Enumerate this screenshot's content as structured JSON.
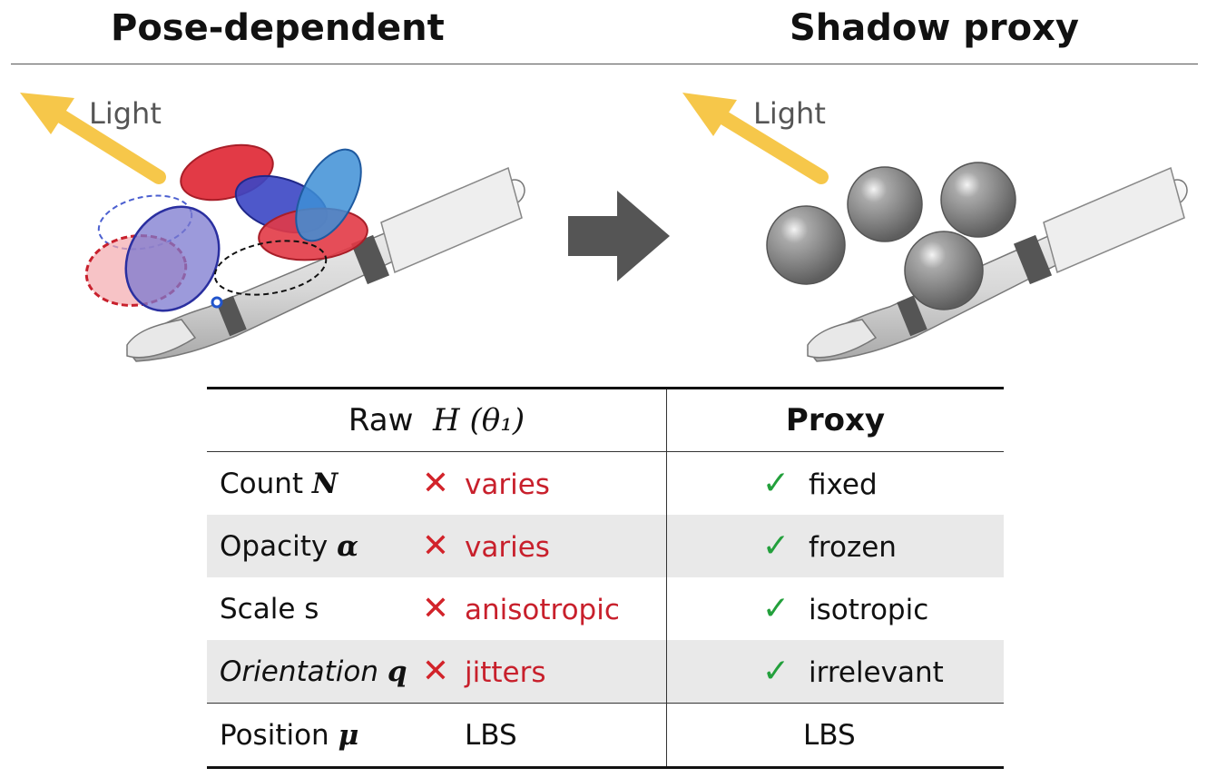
{
  "titles": {
    "left": "Pose-dependent",
    "right": "Shadow proxy"
  },
  "light_label": "Light",
  "colors": {
    "light_arrow": "#f6c74a",
    "red_ellipse": "#e23a46",
    "blue_ellipse": "#3b46c4",
    "sphere": "#8c8c8c",
    "check": "#23a03c",
    "cross": "#d2232a"
  },
  "table": {
    "header": {
      "raw": "Raw",
      "raw_symbol": "H (θ₁)",
      "proxy": "Proxy"
    },
    "rows": [
      {
        "prop": "Count",
        "sym": "N",
        "raw": "varies",
        "proxy": "fixed"
      },
      {
        "prop": "Opacity",
        "sym": "α",
        "raw": "varies",
        "proxy": "frozen"
      },
      {
        "prop": "Scale s",
        "sym": "",
        "raw": "anisotropic",
        "proxy": "isotropic"
      },
      {
        "prop": "Orientation",
        "sym": "q",
        "raw": "jitters",
        "proxy": "irrelevant"
      },
      {
        "prop": "Position",
        "sym": "μ",
        "raw": "LBS",
        "proxy": "LBS"
      }
    ],
    "cross_glyph": "✕",
    "check_glyph": "✓"
  }
}
